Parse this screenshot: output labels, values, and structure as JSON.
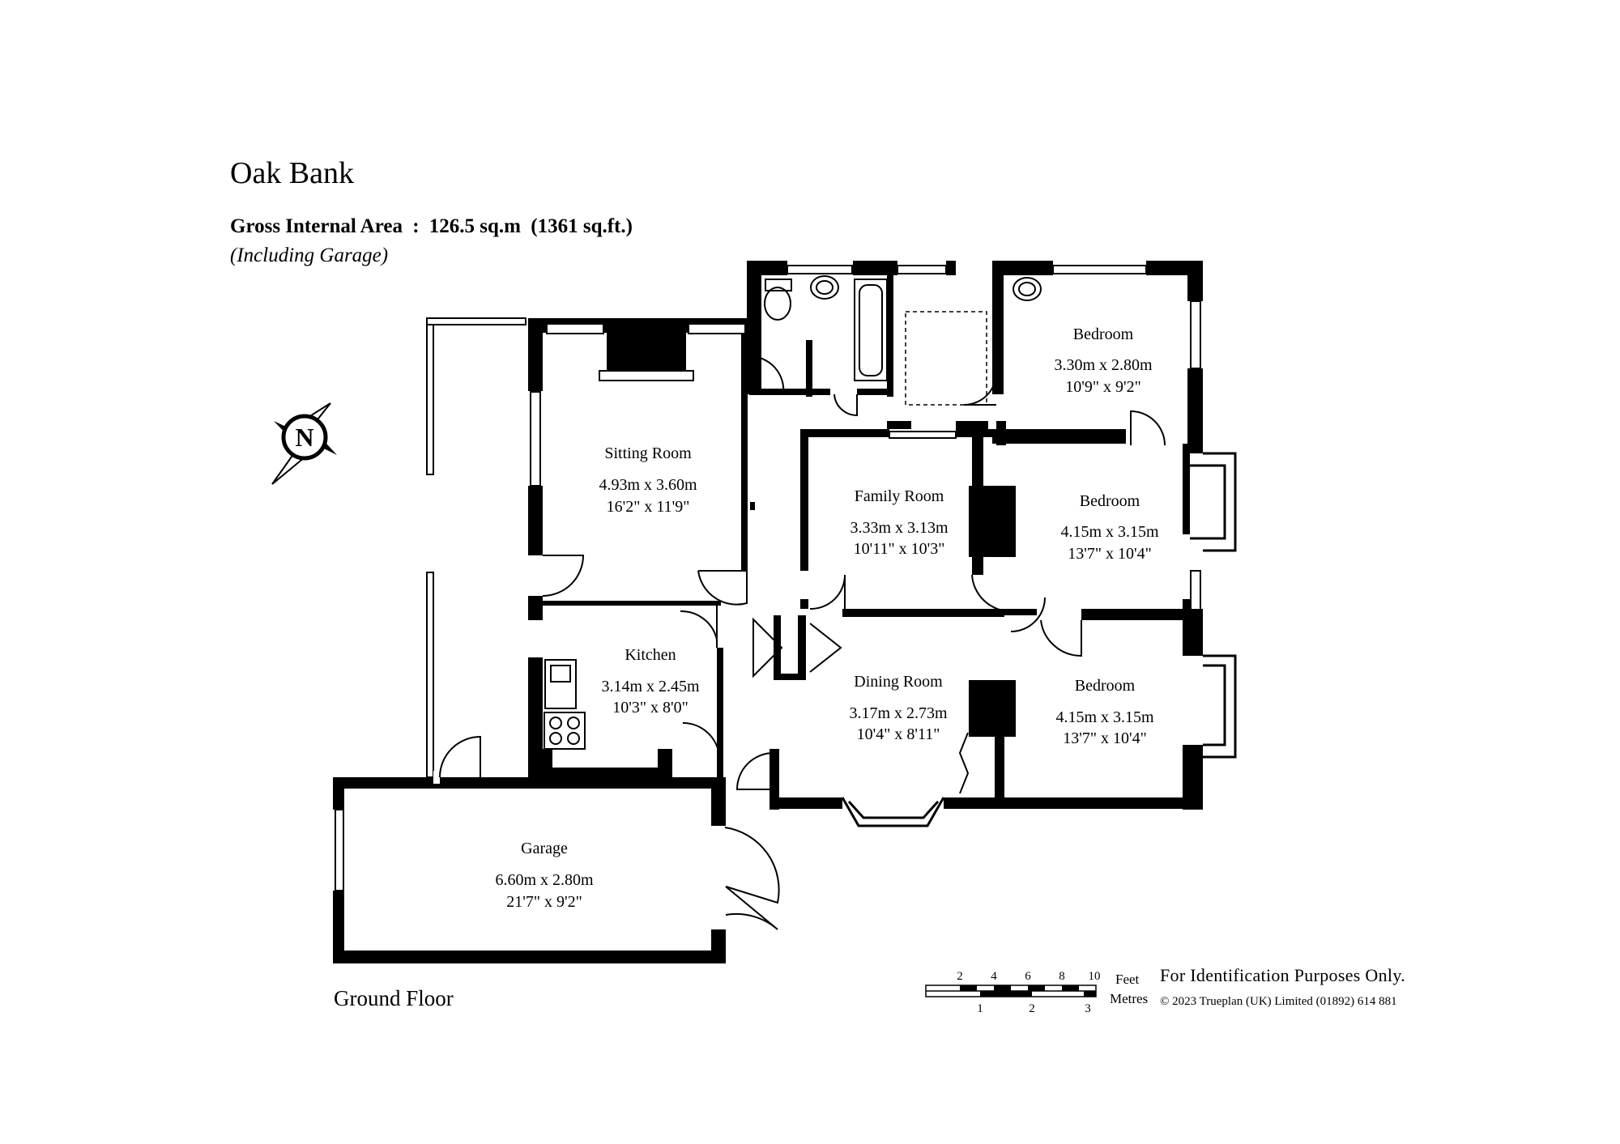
{
  "header": {
    "title": "Oak Bank",
    "area_label": "Gross Internal Area",
    "area_separator": ":",
    "area_metric": "126.5 sq.m",
    "area_imperial": "(1361 sq.ft.)",
    "area_note": "(Including Garage)"
  },
  "compass": {
    "letter": "N"
  },
  "rooms": [
    {
      "id": "sitting-room",
      "name": "Sitting Room",
      "metric": "4.93m  x  3.60m",
      "imperial": "16'2\"  x  11'9\""
    },
    {
      "id": "kitchen",
      "name": "Kitchen",
      "metric": "3.14m  x  2.45m",
      "imperial": "10'3\"  x  8'0\""
    },
    {
      "id": "garage",
      "name": "Garage",
      "metric": "6.60m  x  2.80m",
      "imperial": "21'7\"  x  9'2\""
    },
    {
      "id": "family-room",
      "name": "Family Room",
      "metric": "3.33m  x  3.13m",
      "imperial": "10'11\"  x  10'3\""
    },
    {
      "id": "dining-room",
      "name": "Dining Room",
      "metric": "3.17m  x  2.73m",
      "imperial": "10'4\"  x  8'11\""
    },
    {
      "id": "bedroom-rear",
      "name": "Bedroom",
      "metric": "3.30m  x  2.80m",
      "imperial": "10'9\"  x  9'2\""
    },
    {
      "id": "bedroom-middle",
      "name": "Bedroom",
      "metric": "4.15m  x  3.15m",
      "imperial": "13'7\"  x  10'4\""
    },
    {
      "id": "bedroom-front",
      "name": "Bedroom",
      "metric": "4.15m  x  3.15m",
      "imperial": "13'7\"  x  10'4\""
    }
  ],
  "floor_label": "Ground Floor",
  "scale": {
    "feet_label": "Feet",
    "metres_label": "Metres",
    "feet_ticks": [
      "2",
      "4",
      "6",
      "8",
      "10"
    ],
    "metre_ticks": [
      "1",
      "2",
      "3"
    ]
  },
  "footer": {
    "disclaimer": "For Identification Purposes Only.",
    "copyright": "© 2023 Trueplan (UK) Limited  (01892) 614 881"
  },
  "colors": {
    "wall": "#000000",
    "window": "#ffffff",
    "background": "#ffffff"
  }
}
